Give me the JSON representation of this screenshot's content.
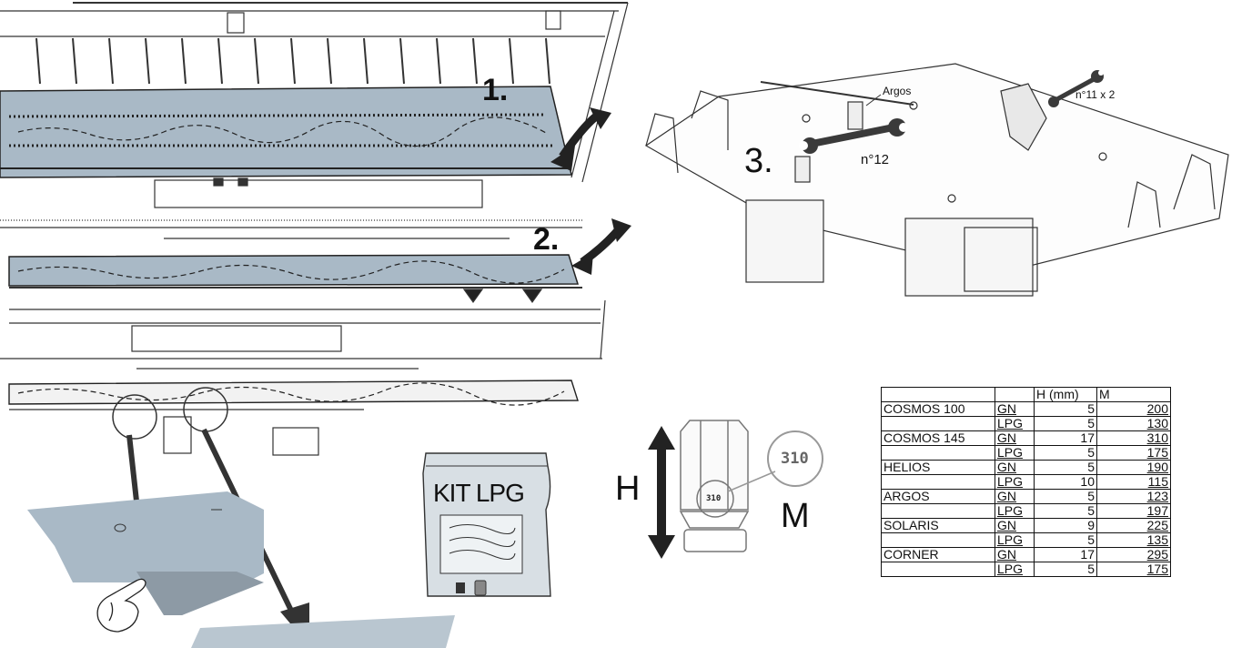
{
  "steps": {
    "step1": "1.",
    "step2": "2.",
    "step3": "3."
  },
  "callouts": {
    "argos": "Argos",
    "wrench_11": "n°11 x 2",
    "wrench_12": "n°12"
  },
  "kit": {
    "label": "KIT LPG"
  },
  "nozzle": {
    "h_label": "H",
    "m_label": "M",
    "mark": "310"
  },
  "table": {
    "headers": [
      "",
      "",
      "H (mm)",
      "M"
    ],
    "rows": [
      {
        "model": "COSMOS 100",
        "gas": "GN",
        "h": "5",
        "m": "200"
      },
      {
        "model": "",
        "gas": "LPG",
        "h": "5",
        "m": "130"
      },
      {
        "model": "COSMOS 145",
        "gas": "GN",
        "h": "17",
        "m": "310"
      },
      {
        "model": "",
        "gas": "LPG",
        "h": "5",
        "m": "175"
      },
      {
        "model": "HELIOS",
        "gas": "GN",
        "h": "5",
        "m": "190"
      },
      {
        "model": "",
        "gas": "LPG",
        "h": "10",
        "m": "115"
      },
      {
        "model": "ARGOS",
        "gas": "GN",
        "h": "5",
        "m": "123"
      },
      {
        "model": "",
        "gas": "LPG",
        "h": "5",
        "m": "197"
      },
      {
        "model": "SOLARIS",
        "gas": "GN",
        "h": "9",
        "m": "225"
      },
      {
        "model": "",
        "gas": "LPG",
        "h": "5",
        "m": "135"
      },
      {
        "model": "CORNER",
        "gas": "GN",
        "h": "17",
        "m": "295"
      },
      {
        "model": "",
        "gas": "LPG",
        "h": "5",
        "m": "175"
      }
    ]
  },
  "colors": {
    "plate": "#a9b9c6",
    "plate_light": "#cfd9e1",
    "arrow": "#222222",
    "line": "#333333"
  }
}
